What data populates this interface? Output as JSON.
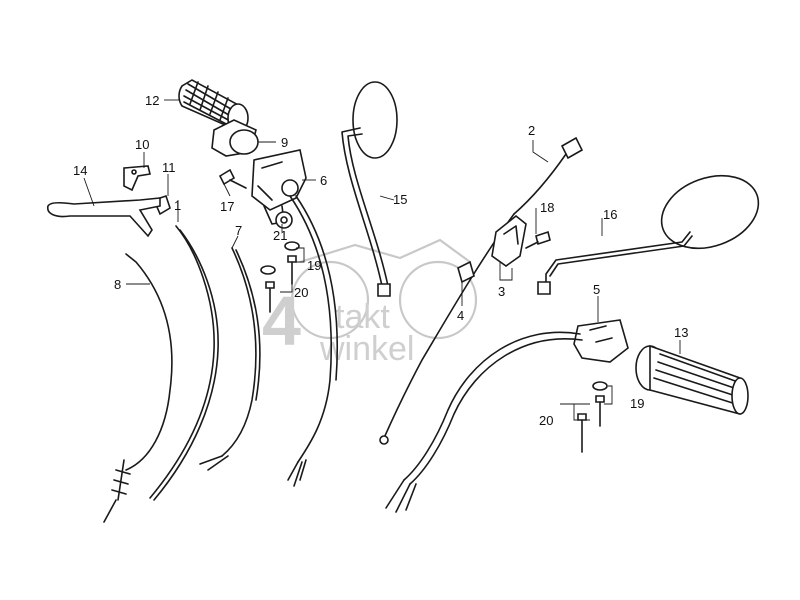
{
  "watermark": {
    "numeral": "4",
    "line1": "takt",
    "line2": "winkel"
  },
  "callouts": [
    "1",
    "2",
    "3",
    "4",
    "5",
    "6",
    "7",
    "8",
    "9",
    "10",
    "11",
    "12",
    "13",
    "14",
    "15",
    "16",
    "17",
    "19",
    "20",
    "21",
    "18",
    "19",
    "20"
  ],
  "colors": {
    "ink": "#1a1a1a",
    "watermark": "#c8c8c8",
    "background": "#ffffff"
  }
}
